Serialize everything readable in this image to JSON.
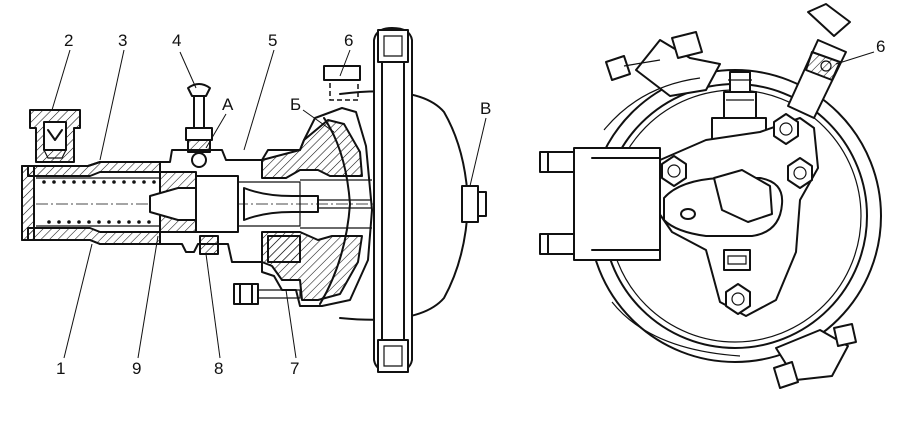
{
  "labels": {
    "l1": "1",
    "l2": "2",
    "l3": "3",
    "l4": "4",
    "l5": "5",
    "l6": "6",
    "l7": "7",
    "l8": "8",
    "l9": "9",
    "lA": "А",
    "lB": "Б",
    "lV": "В",
    "l6r": "6"
  },
  "colors": {
    "ink": "#111111",
    "paper": "#ffffff"
  }
}
